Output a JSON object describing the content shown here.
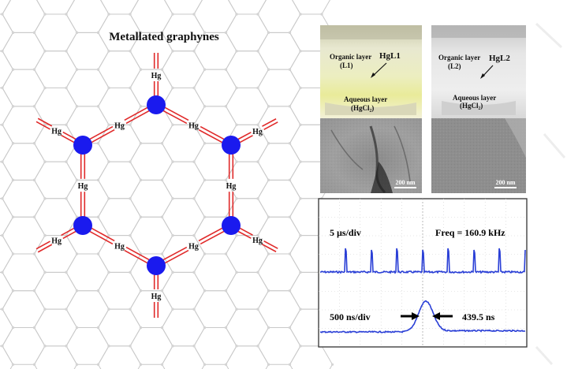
{
  "diagram": {
    "title": "Metallated graphynes",
    "metal_label": "Hg",
    "colors": {
      "metal_node": "#1a1aee",
      "bond": "#e02a2a",
      "lattice": "#c9c9c9"
    }
  },
  "photos": {
    "left_vial": {
      "organic_label": "Organic layer",
      "organic_sub": "(L1)",
      "product": "HgL1",
      "aqueous_label": "Aqueous layer",
      "aqueous_sub": "(HgCl₂)",
      "scale_bar": "200 nm"
    },
    "right_vial": {
      "organic_label": "Organic layer",
      "organic_sub": "(L2)",
      "product": "HgL2",
      "aqueous_label": "Aqueous layer",
      "aqueous_sub": "(HgCl₂)",
      "scale_bar": "200 nm"
    }
  },
  "oscilloscope": {
    "top_timebase": "5 µs/div",
    "frequency": "Freq = 160.9 kHz",
    "bottom_timebase": "500 ns/div",
    "pulse_width": "439.5 ns",
    "trace_color": "#2a3fd6"
  }
}
